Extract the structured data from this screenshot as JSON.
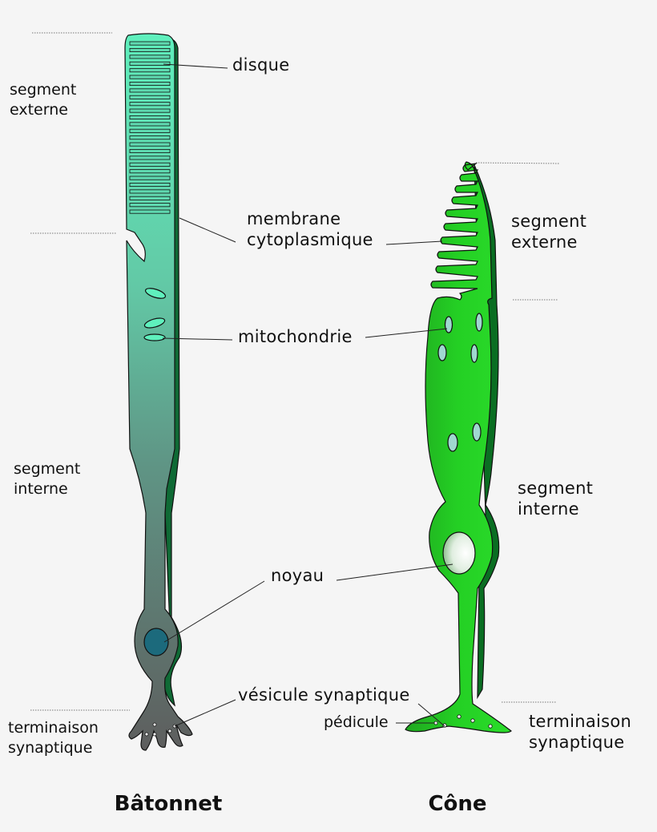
{
  "labels": {
    "disque": "disque",
    "membrane_1": "membrane",
    "membrane_2": "cytoplasmique",
    "mitochondrie": "mitochondrie",
    "noyau": "noyau",
    "vesicule": "vésicule synaptique",
    "pedicule": "pédicule",
    "rod_outer_1": "segment",
    "rod_outer_2": "externe",
    "rod_inner_1": "segment",
    "rod_inner_2": "interne",
    "rod_term_1": "terminaison",
    "rod_term_2": "synaptique",
    "cone_outer_1": "segment",
    "cone_outer_2": "externe",
    "cone_inner_1": "segment",
    "cone_inner_2": "interne",
    "cone_term_1": "terminaison",
    "cone_term_2": "synaptique"
  },
  "titles": {
    "rod": "Bâtonnet",
    "cone": "Cône"
  },
  "colors": {
    "rod_top": "#5ff0bd",
    "rod_mid": "#5fb49a",
    "rod_bottom": "#606060",
    "rod_shadow": "#0f6a35",
    "cone_fill": "#22cc22",
    "cone_light": "#34e834",
    "cone_shadow": "#0a6e22",
    "organelle": "#9fd8d0",
    "rod_nucleus": "#1c6a7c"
  }
}
